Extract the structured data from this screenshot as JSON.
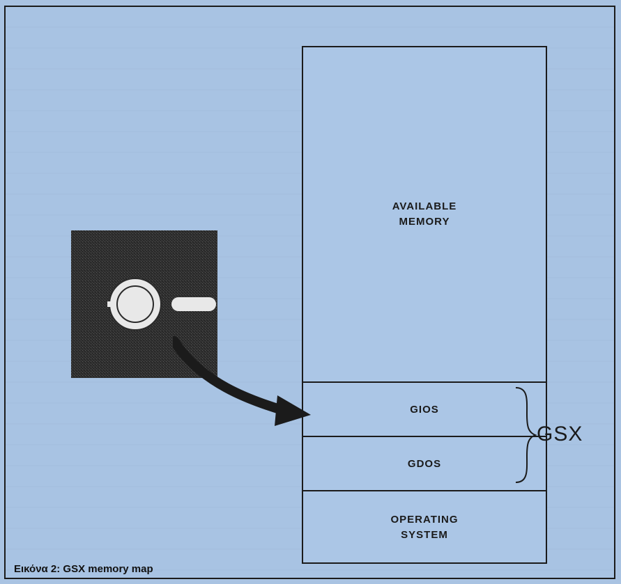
{
  "diagram": {
    "memory_segments": [
      {
        "id": "available",
        "label": "AVAILABLE\nMEMORY"
      },
      {
        "id": "gios",
        "label": "GIOS"
      },
      {
        "id": "gdos",
        "label": "GDOS"
      },
      {
        "id": "os",
        "label": "OPERATING\nSYSTEM"
      }
    ],
    "brace_label": "GSX",
    "caption": "Εικόνα 2: GSX memory map",
    "icons": {
      "disk": "floppy-disk-icon",
      "arrow": "curved-arrow-icon",
      "brace": "curly-brace-icon"
    },
    "colors": {
      "background": "#a9c3e2",
      "ink": "#1b1b1b",
      "disk": "#2c2c2c"
    }
  }
}
